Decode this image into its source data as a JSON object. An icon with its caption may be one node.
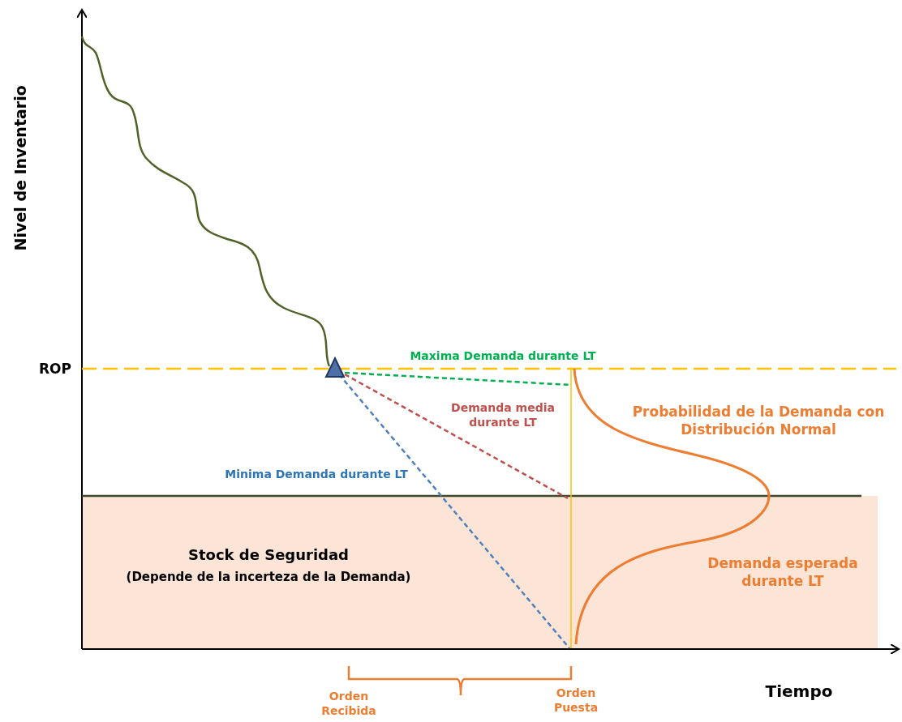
{
  "diagram": {
    "labels": [
      "Nivel de Inventario",
      "ROP",
      "Maxima Demanda durante LT",
      "Demanda media durante LT",
      "Minima Demanda durante LT",
      "Probabilidad de la Demanda con Distribución Normal",
      "Stock de Seguridad",
      "(Depende de la incerteza de la Demanda)",
      "Demanda esperada durante LT",
      "Tiempo",
      "Orden Recibida",
      "Orden Puesta"
    ]
  }
}
